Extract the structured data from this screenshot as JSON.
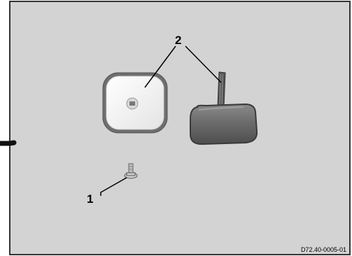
{
  "figure": {
    "callouts": [
      {
        "number": "1",
        "part": "screw"
      },
      {
        "number": "2",
        "part": "cover plate and cap"
      }
    ],
    "reference_code": "D72.40-0005-01",
    "colors": {
      "panel": "#d3d3d3",
      "frame": "#4a4a4a",
      "cap": "#6c6c6c",
      "plate": "#f2f2f2"
    }
  }
}
